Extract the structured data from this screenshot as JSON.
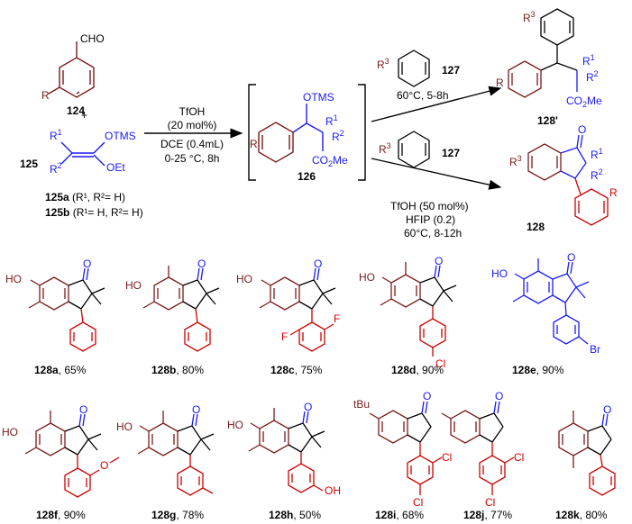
{
  "reaction": {
    "aldehyde": {
      "group": "CHO",
      "substituent": "R",
      "label": "124"
    },
    "plus": "+",
    "ketene_acetal": {
      "r1": "R",
      "r1_sup": "1",
      "r2": "R",
      "r2_sup": "2",
      "otms": "OTMS",
      "oet": "OEt",
      "label": "125"
    },
    "variant_a": {
      "label": "125a",
      "rest": "(R¹, R²= H)"
    },
    "variant_b": {
      "label": "125b",
      "rest": "(R¹= H, R²= H)"
    },
    "conditions": [
      "TfOH",
      "(20 mol%)",
      "DCE (0.4mL)",
      "0-25 °C, 8h"
    ],
    "intermediate": {
      "label": "126",
      "otms": "OTMS",
      "r": "R",
      "r1": "R",
      "r1_sup": "1",
      "r2": "R",
      "r2_sup": "2",
      "ester": "CO",
      "ester_sub": "2",
      "ester_me": "Me"
    },
    "arene": {
      "r3": "R",
      "r3_sup": "3",
      "label": "127"
    },
    "path_top_conditions": "60°C, 5-8h",
    "path_bottom_conditions": [
      "TfOH (50 mol%)",
      "HFIP (0.2)",
      "60°C, 8-12h"
    ],
    "product_top": {
      "label": "128'",
      "r3": "R",
      "r3_sup": "3",
      "r": "R",
      "r1": "R",
      "r1_sup": "1",
      "r2": "R",
      "r2_sup": "2",
      "ester": "CO",
      "ester_sub": "2",
      "ester_me": "Me"
    },
    "product_bottom": {
      "label": "128",
      "o": "O",
      "r3": "R",
      "r3_sup": "3",
      "r1": "R",
      "r1_sup": "1",
      "r2": "R",
      "r2_sup": "2",
      "r": "R"
    }
  },
  "compounds": [
    {
      "id": "128a",
      "yield": ", 65%"
    },
    {
      "id": "128b",
      "yield": ", 80%"
    },
    {
      "id": "128c",
      "yield": ", 75%"
    },
    {
      "id": "128d",
      "yield": ", 90%"
    },
    {
      "id": "128e",
      "yield": ", 90%"
    },
    {
      "id": "128f",
      "yield": ", 90%"
    },
    {
      "id": "128g",
      "yield": ", 78%"
    },
    {
      "id": "128h",
      "yield": ", 50%"
    },
    {
      "id": "128i",
      "yield": ", 68%"
    },
    {
      "id": "128j",
      "yield": ", 77%"
    },
    {
      "id": "128k",
      "yield": ", 80%"
    }
  ],
  "atoms": {
    "ho": "HO",
    "o": "O",
    "f": "F",
    "cl": "Cl",
    "br": "Br",
    "oh": "OH",
    "ome": "O",
    "tbu": "tBu"
  },
  "colors": {
    "dark_red": "#7a1a1a",
    "red": "#d00000",
    "blue": "#1a1aff",
    "black": "#000000"
  }
}
